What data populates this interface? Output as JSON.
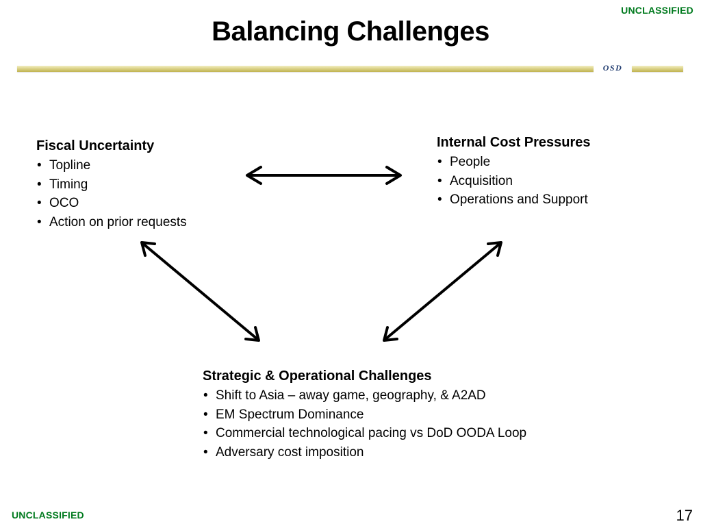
{
  "classification": {
    "top": "UNCLASSIFIED",
    "bottom": "UNCLASSIFIED",
    "color": "#007a1e"
  },
  "header": {
    "title": "Balancing Challenges",
    "logo_text": "OSD",
    "logo_color": "#1f3a6e"
  },
  "diagram": {
    "fiscal": {
      "heading": "Fiscal Uncertainty",
      "items": [
        "Topline",
        "Timing",
        "OCO",
        "Action on prior requests"
      ]
    },
    "internal": {
      "heading": "Internal Cost Pressures",
      "items": [
        "People",
        "Acquisition",
        "Operations and Support"
      ]
    },
    "strategic": {
      "heading": "Strategic & Operational Challenges",
      "items": [
        "Shift to Asia – away game, geography, & A2AD",
        "EM Spectrum Dominance",
        "Commercial technological pacing vs DoD OODA Loop",
        "Adversary cost imposition"
      ]
    },
    "arrow_color": "#000000",
    "bullet": "•"
  },
  "footer": {
    "page_number": "17"
  }
}
